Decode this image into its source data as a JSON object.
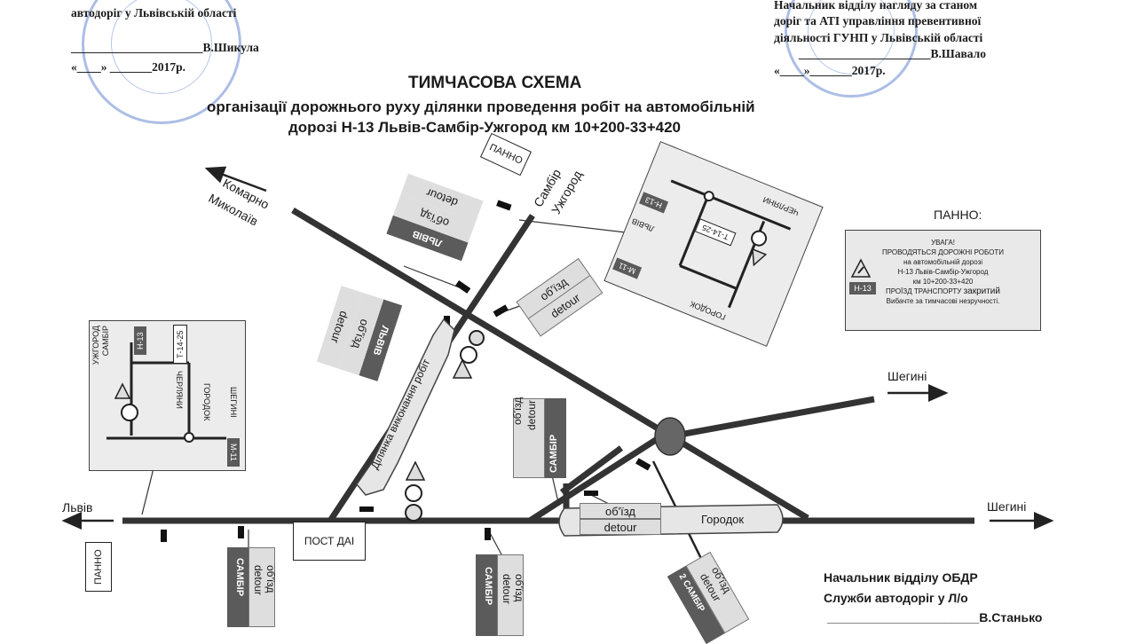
{
  "approval_left": {
    "org_line": "автодоріг у Львівській області",
    "signature_name": "В.Шикула",
    "date_line": "«____» _______2017р."
  },
  "approval_right": {
    "line1": "Начальник відділу нагляду за станом",
    "line2": "доріг та АТІ управління превентивної",
    "line3": "діяльності  ГУНП у Львівській області",
    "signature_name": "В.Шавало",
    "date_line": "«____»_______2017р."
  },
  "title": {
    "main": "ТИМЧАСОВА СХЕМА",
    "line2": "організації дорожнього руху ділянки проведення робіт на автомобільній",
    "line3": "дорозі Н-13 Львів-Самбір-Ужгород км 10+200-33+420"
  },
  "labels": {
    "komarno": "Комарно",
    "mykolaiv": "Миколаїв",
    "sambir": "Самбір",
    "uzhhorod": "Ужгород",
    "panno_top": "ПАННО",
    "panno_heading": "ПАННО:",
    "shehyni_right": "Шегині",
    "shehyni_bottom": "Шегині",
    "lviv": "Львів",
    "panno_left": "ПАННО",
    "post_dai": "ПОСТ  ДАІ",
    "work_zone": "Ділянка виконання робіт",
    "horodok": "Городок"
  },
  "panel": {
    "line1": "УВАГА!",
    "line2": "ПРОВОДЯТЬСЯ  ДОРОЖНІ РОБОТИ",
    "line3": "на автомобільній дорозі",
    "line4": "Н-13 Львів-Самбір-Ужгород",
    "line5": "км 10+200-33+420",
    "line6_a": "ПРОЇЗД ТРАНСПОРТУ ",
    "line6_b": "закритий",
    "line7": "Вибачте за тимчасові незручності.",
    "road_badge": "Н-13"
  },
  "inset_left": {
    "sambir": "САМБІР",
    "uzhhorod": "УЖГОРОД",
    "h13": "Н-13",
    "t1425": "Т-14-25",
    "cherliany": "ЧЕРЛЯНИ",
    "horodok": "ГОРОДОК",
    "shehyni": "ШЕГИНІ",
    "m11": "М-11"
  },
  "inset_right": {
    "h13": "Н-13",
    "t1425": "Т-14-25",
    "lviv": "ЛЬВІВ",
    "cherliany": "ЧЕРЛЯНИ",
    "horodok": "ГОРОДОК",
    "m11": "М-11"
  },
  "signs": {
    "lviv": "ЛЬВІВ",
    "obyizd": "об'їзд",
    "detour": "detour",
    "sambir": "САМБІР",
    "sambir_2": "2 САМБІР"
  },
  "footer": {
    "line1": "Начальник відділу ОБДР",
    "line2": "Служби автодоріг у Л/о",
    "signature_name": "В.Станько"
  },
  "colors": {
    "road": "#333333",
    "sign_dark": "#5b5b5b",
    "sign_light": "#dedede",
    "stamp": "#5878c8"
  }
}
